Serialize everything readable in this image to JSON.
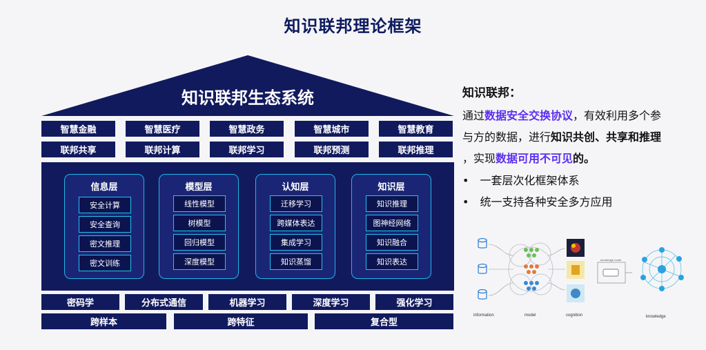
{
  "title": "知识联邦理论框架",
  "roof_title": "知识联邦生态系统",
  "applications": [
    "智慧金融",
    "智慧医疗",
    "智慧政务",
    "智慧城市",
    "智慧教育"
  ],
  "federation": [
    "联邦共享",
    "联邦计算",
    "联邦学习",
    "联邦预测",
    "联邦推理"
  ],
  "layers": [
    {
      "title": "信息层",
      "items": [
        "安全计算",
        "安全查询",
        "密文推理",
        "密文训练"
      ]
    },
    {
      "title": "模型层",
      "items": [
        "线性模型",
        "树模型",
        "回归模型",
        "深度模型"
      ]
    },
    {
      "title": "认知层",
      "items": [
        "迁移学习",
        "跨媒体表达",
        "集成学习",
        "知识蒸馏"
      ]
    },
    {
      "title": "知识层",
      "items": [
        "知识推理",
        "图神经网络",
        "知识融合",
        "知识表达"
      ]
    }
  ],
  "foundations": [
    "密码学",
    "分布式通信",
    "机器学习",
    "深度学习",
    "强化学习"
  ],
  "base": [
    "跨样本",
    "跨特征",
    "复合型"
  ],
  "side": {
    "heading": "知识联邦：",
    "p1_a": "通过",
    "p1_hl": "数据安全交换协议",
    "p1_b": "，有效利用多个参",
    "p2_a": "与方的数据，进行",
    "p2_hl": "知识共创、共享和推理",
    "p3_a": "，实现",
    "p3_hl": "数据可用不可见",
    "p3_b": "的。",
    "bullets": [
      "一套层次化框架体系",
      "统一支持各种安全多方应用"
    ]
  },
  "figure_captions": {
    "information": "information",
    "model": "model",
    "cognition": "cognition",
    "knowledge_mode": "knowledge mode",
    "knowledge": "knowledge"
  },
  "colors": {
    "navy": "#121a5e",
    "cyan": "#1fb8e6",
    "highlight": "#5b2ef0",
    "title": "#0d1a5e"
  }
}
